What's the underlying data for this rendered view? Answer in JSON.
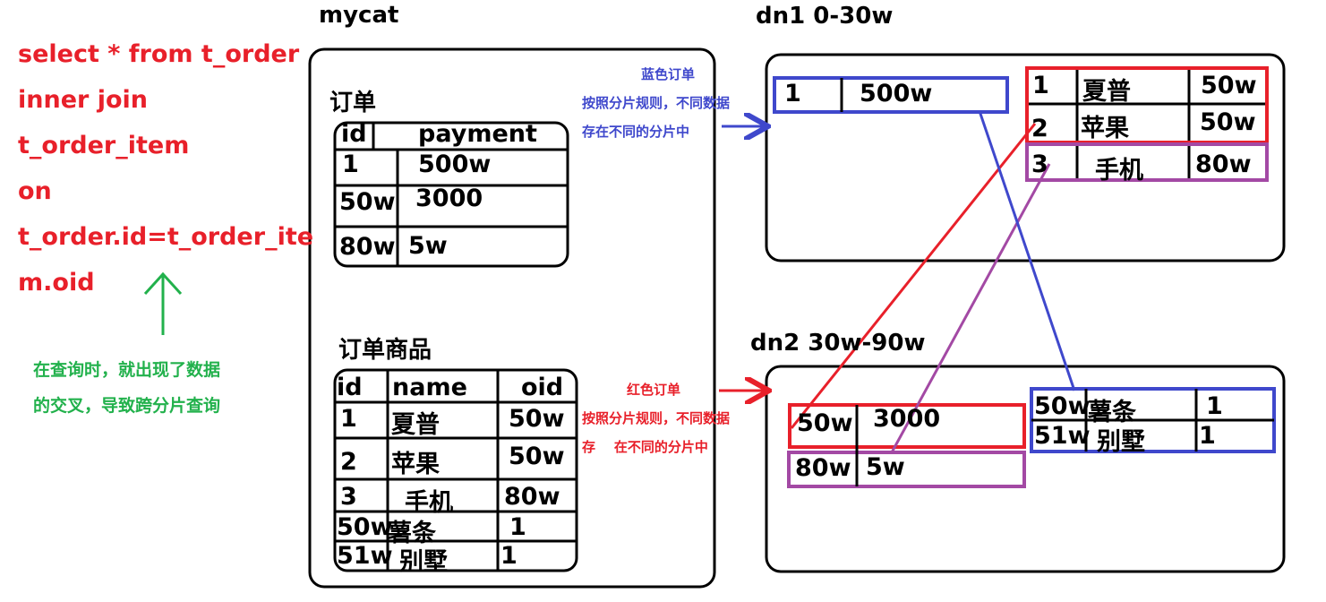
{
  "sql": {
    "lines": [
      "select * from t_order",
      "inner join",
      "t_order_item",
      "on",
      "t_order.id=t_order_ite",
      "m.oid"
    ]
  },
  "green_note": {
    "line1": "在查询时，就出现了数据",
    "line2": "的交叉，导致跨分片查询"
  },
  "mycat": {
    "title": "mycat",
    "order_label": "订单",
    "order_headers": [
      "id",
      "payment"
    ],
    "order_rows": [
      [
        "1",
        "500w"
      ],
      [
        "50w",
        "3000"
      ],
      [
        "80w",
        "5w"
      ]
    ],
    "item_label": "订单商品",
    "item_headers": [
      "id",
      "name",
      "oid"
    ],
    "item_rows": [
      [
        "1",
        "夏普",
        "50w"
      ],
      [
        "2",
        "苹果",
        "50w"
      ],
      [
        "3",
        "手机",
        "80w"
      ],
      [
        "50w",
        "薯条",
        "1"
      ],
      [
        "51w",
        "别墅",
        "1"
      ]
    ]
  },
  "blue_note": {
    "line1": "蓝色订单",
    "line2": "按照分片规则，不同数据",
    "line3": "存在不同的分片中"
  },
  "red_note": {
    "line1": "红色订单",
    "line2": "按照分片规则，不同数据",
    "line3": "存    在不同的分片中"
  },
  "dn1": {
    "title": "dn1 0-30w",
    "order_row": [
      "1",
      "500w"
    ],
    "item_rows": [
      [
        "1",
        "夏普",
        "50w"
      ],
      [
        "2",
        "苹果",
        "50w"
      ],
      [
        "3",
        "手机",
        "80w"
      ]
    ]
  },
  "dn2": {
    "title": "dn2 30w-90w",
    "order_rows": [
      [
        "50w",
        "3000"
      ],
      [
        "80w",
        "5w"
      ]
    ],
    "item_rows": [
      [
        "50w",
        "薯条",
        "1"
      ],
      [
        "51w",
        "别墅",
        "1"
      ]
    ]
  },
  "colors": {
    "red": "#e8202a",
    "blue": "#3f48cc",
    "purple": "#a349a4",
    "green": "#22b14c",
    "black": "#000000"
  }
}
